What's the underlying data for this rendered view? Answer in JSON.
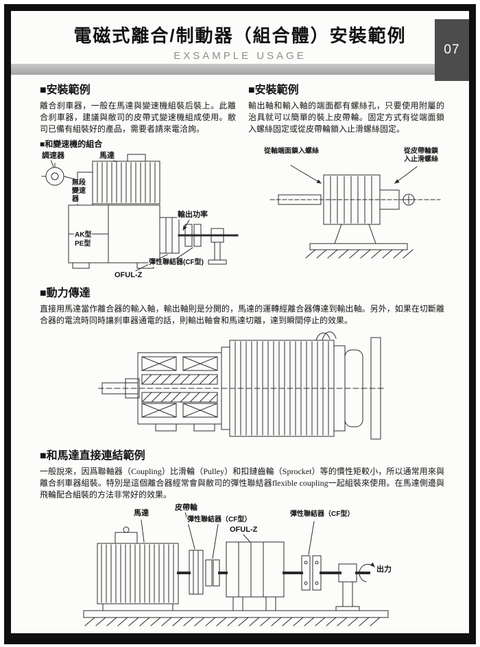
{
  "page": {
    "number": "07",
    "title": "電磁式離合/制動器（組合體）安裝範例",
    "subtitle": "EXSAMPLE USAGE"
  },
  "install_left": {
    "heading": "■安裝範例",
    "body": "離合刹車器，一般在馬達與變速機組裝后裝上。此離合刹車器，建議與敝司的皮帶式變速機組成使用。敝司已備有組裝好的產品，需要者請來電洽詢。",
    "combo_heading": "■和變速機的組合",
    "labels": {
      "speed_dial": "調速器",
      "motor": "馬達",
      "stepless": "無段變速器",
      "ak": "AK型",
      "pe": "PE型",
      "output_power": "輸出功率",
      "oful": "OFUL-Z",
      "coupling": "彈性聯結器(CF型)"
    }
  },
  "install_right": {
    "heading": "■安裝範例",
    "body": "輸出軸和輸入軸的端面都有螺絲孔，只要使用附屬的治具就可以簡單的裝上皮帶輪。固定方式有從端面鎖入螺絲固定或從皮帶輪鎖入止滑螺絲固定。",
    "labels": {
      "end_screw": "從軸端面鎖入螺絲",
      "pulley_screw": "從皮帶輪鎖入止滑螺絲"
    }
  },
  "power": {
    "heading": "■動力傳達",
    "body": "直接用馬達當作離合器的輸入軸，輸出軸則是分開的，馬達的運轉經離合器傳達到輸出軸。另外，如果在切斷離合器的電流時同時讓刹車器通電的話，則輸出軸會和馬達切離，達到瞬間停止的效果。"
  },
  "direct": {
    "heading": "■和馬達直接連結範例",
    "body": "一般說來，因爲聯軸器（Coupling）比滑輪（Pulley）和扣鏈齒輪（Sprocket）等的慣性矩較小，所以通常用來與離合刹車器組裝。特別是這個離合器經常會與敝司的彈性聯結器flexible coupling一起組裝來使用。在馬達側邊與飛輪配合組裝的方法非常好的效果。",
    "labels": {
      "motor": "馬達",
      "pulley": "皮帶輪",
      "coupling1": "彈性聯結器（CF型）",
      "oful": "OFUL-Z",
      "coupling2": "彈性聯結器（CF型）",
      "output": "出力"
    }
  }
}
